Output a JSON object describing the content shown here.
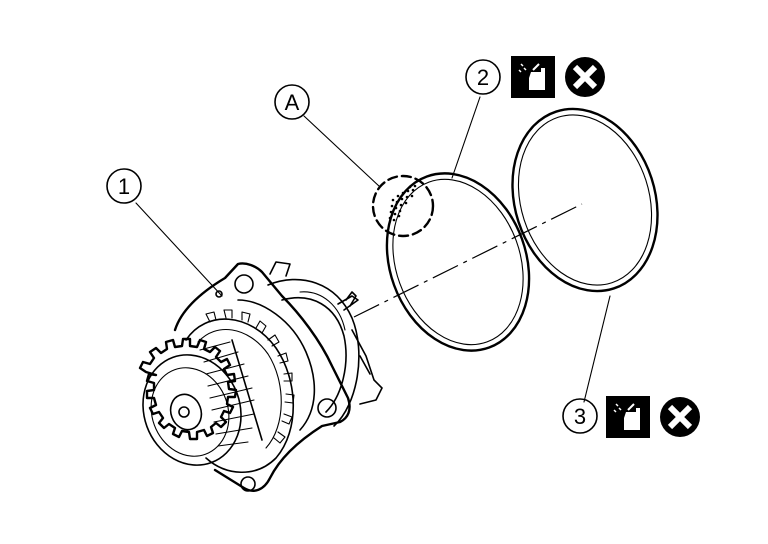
{
  "callouts": {
    "part1": "1",
    "part2": "2",
    "part3": "3",
    "detailA": "A"
  },
  "icons": {
    "sealant": "sealant-apply-icon",
    "replace": "do-not-reuse-icon"
  },
  "colors": {
    "line": "#000000",
    "background": "#ffffff"
  }
}
